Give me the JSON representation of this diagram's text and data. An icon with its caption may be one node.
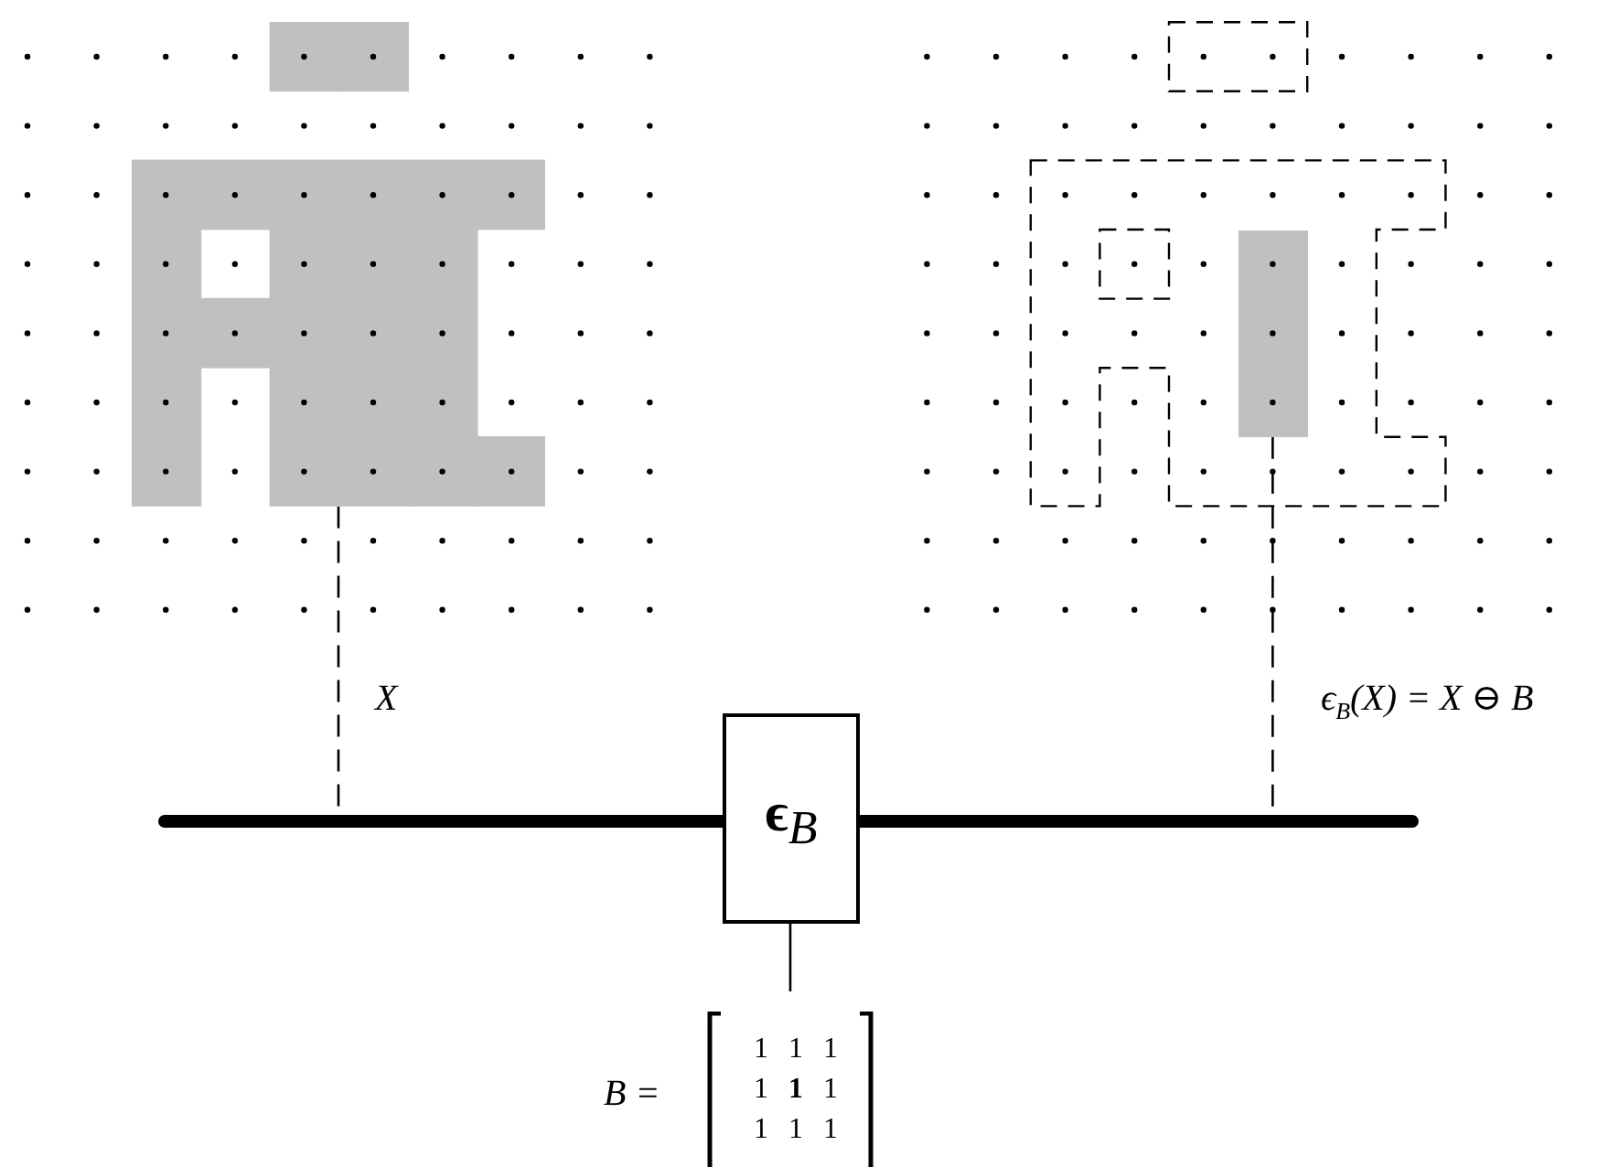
{
  "diagram": {
    "nodes": [
      {
        "text": [],
        "shape": "picture"
      },
      {
        "text": [],
        "shape": "box"
      },
      {
        "text": [
          "ϵ$_{B}$"
        ]
      },
      {
        "text": [
          "B =",
          "1 1 1",
          "1 **1** 1",
          "1 1 1"
        ]
      }
    ],
    "edges": [
      {
        "from": 0,
        "to": null,
        "arrow": "none",
        "style": "dashed",
        "label": "X"
      },
      {
        "from": 1,
        "to": null,
        "arrow": "none",
        "style": "dashed",
        "label": "ϵ$_{B}$(X) = X ⊖ B"
      },
      {
        "from": null,
        "to": 2,
        "arrow": "none",
        "style": "thick"
      },
      {
        "from": 2,
        "to": null,
        "arrow": "none",
        "style": "thick"
      },
      {
        "from": 2,
        "to": 3,
        "arrow": "none"
      }
    ]
  }
}
